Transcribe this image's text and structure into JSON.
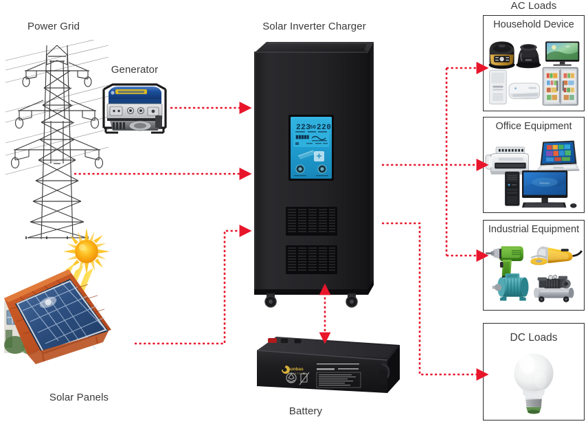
{
  "diagram": {
    "title": "Solar Inverter Charger System Diagram",
    "accent_color": "#e8152a",
    "label_color": "#3a3a3a",
    "background": "#ffffff"
  },
  "sources": {
    "power_grid": {
      "label": "Power Grid",
      "icon": "transmission-tower-icon"
    },
    "generator": {
      "label": "Generator",
      "icon": "portable-generator-icon"
    },
    "solar_panels": {
      "label": "Solar Panels",
      "icon": "rooftop-solar-panel-icon"
    }
  },
  "inverter": {
    "label": "Solar Inverter Charger",
    "icon": "solar-inverter-charger-icon",
    "display": {
      "reading_input_voltage": "223",
      "reading_frequency": "50",
      "reading_output_voltage": "220",
      "backlight_color": "#22a5d8",
      "segment_color": "#0d2f4a",
      "battery_bars": 5
    },
    "buttons": [
      {
        "name": "function-button",
        "icon": "power-knob-icon"
      },
      {
        "name": "select-button",
        "icon": "select-knob-icon"
      }
    ]
  },
  "battery": {
    "label": "Battery",
    "icon": "lead-acid-battery-icon"
  },
  "loads": {
    "ac_header": "AC Loads",
    "boxes": [
      {
        "id": "household",
        "title": "Household Device",
        "items": [
          "rice-cooker-icon",
          "electric-kettle-icon",
          "television-icon",
          "air-purifier-icon",
          "air-conditioner-icon",
          "refrigerator-icon"
        ]
      },
      {
        "id": "office",
        "title": "Office Equipment",
        "items": [
          "fax-printer-icon",
          "laptop-icon",
          "desktop-tower-icon",
          "monitor-icon",
          "keyboard-icon",
          "mouse-icon"
        ]
      },
      {
        "id": "industrial",
        "title": "Industrial Equipment",
        "items": [
          "electric-drill-icon",
          "angle-grinder-icon",
          "electric-motor-icon",
          "air-compressor-icon"
        ]
      },
      {
        "id": "dc",
        "title": "DC Loads",
        "items": [
          "led-bulb-icon"
        ]
      }
    ]
  },
  "connections": [
    {
      "from": "generator",
      "to": "inverter",
      "style": "dotted-arrow",
      "direction": "one-way"
    },
    {
      "from": "power-grid",
      "to": "inverter",
      "style": "dotted-arrow",
      "direction": "one-way"
    },
    {
      "from": "solar-panels",
      "to": "inverter",
      "style": "dotted-arrow",
      "direction": "one-way"
    },
    {
      "from": "inverter",
      "to": "battery",
      "style": "dotted-arrow",
      "direction": "two-way"
    },
    {
      "from": "inverter",
      "to": "household-device",
      "style": "dotted-arrow",
      "direction": "one-way"
    },
    {
      "from": "inverter",
      "to": "office-equipment",
      "style": "dotted-arrow",
      "direction": "one-way"
    },
    {
      "from": "inverter",
      "to": "industrial-equipment",
      "style": "dotted-arrow",
      "direction": "one-way"
    },
    {
      "from": "inverter",
      "to": "dc-loads",
      "style": "dotted-arrow",
      "direction": "one-way"
    }
  ]
}
